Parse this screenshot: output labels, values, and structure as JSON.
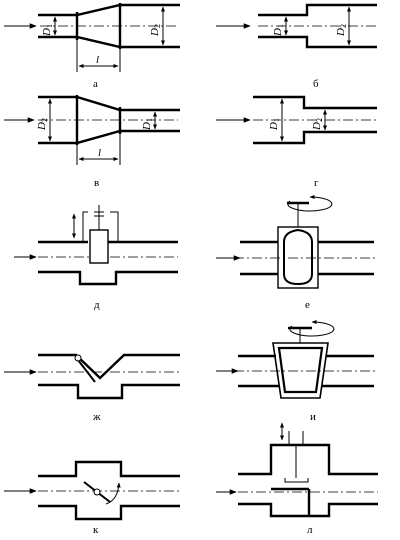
{
  "labels": {
    "a": "а",
    "b": "б",
    "v": "в",
    "g": "г",
    "d": "д",
    "e": "е",
    "zh": "ж",
    "i": "и",
    "k": "к",
    "l": "л"
  },
  "dims": {
    "D": "D",
    "sub1": "1",
    "sub2": "2",
    "length": "l"
  }
}
